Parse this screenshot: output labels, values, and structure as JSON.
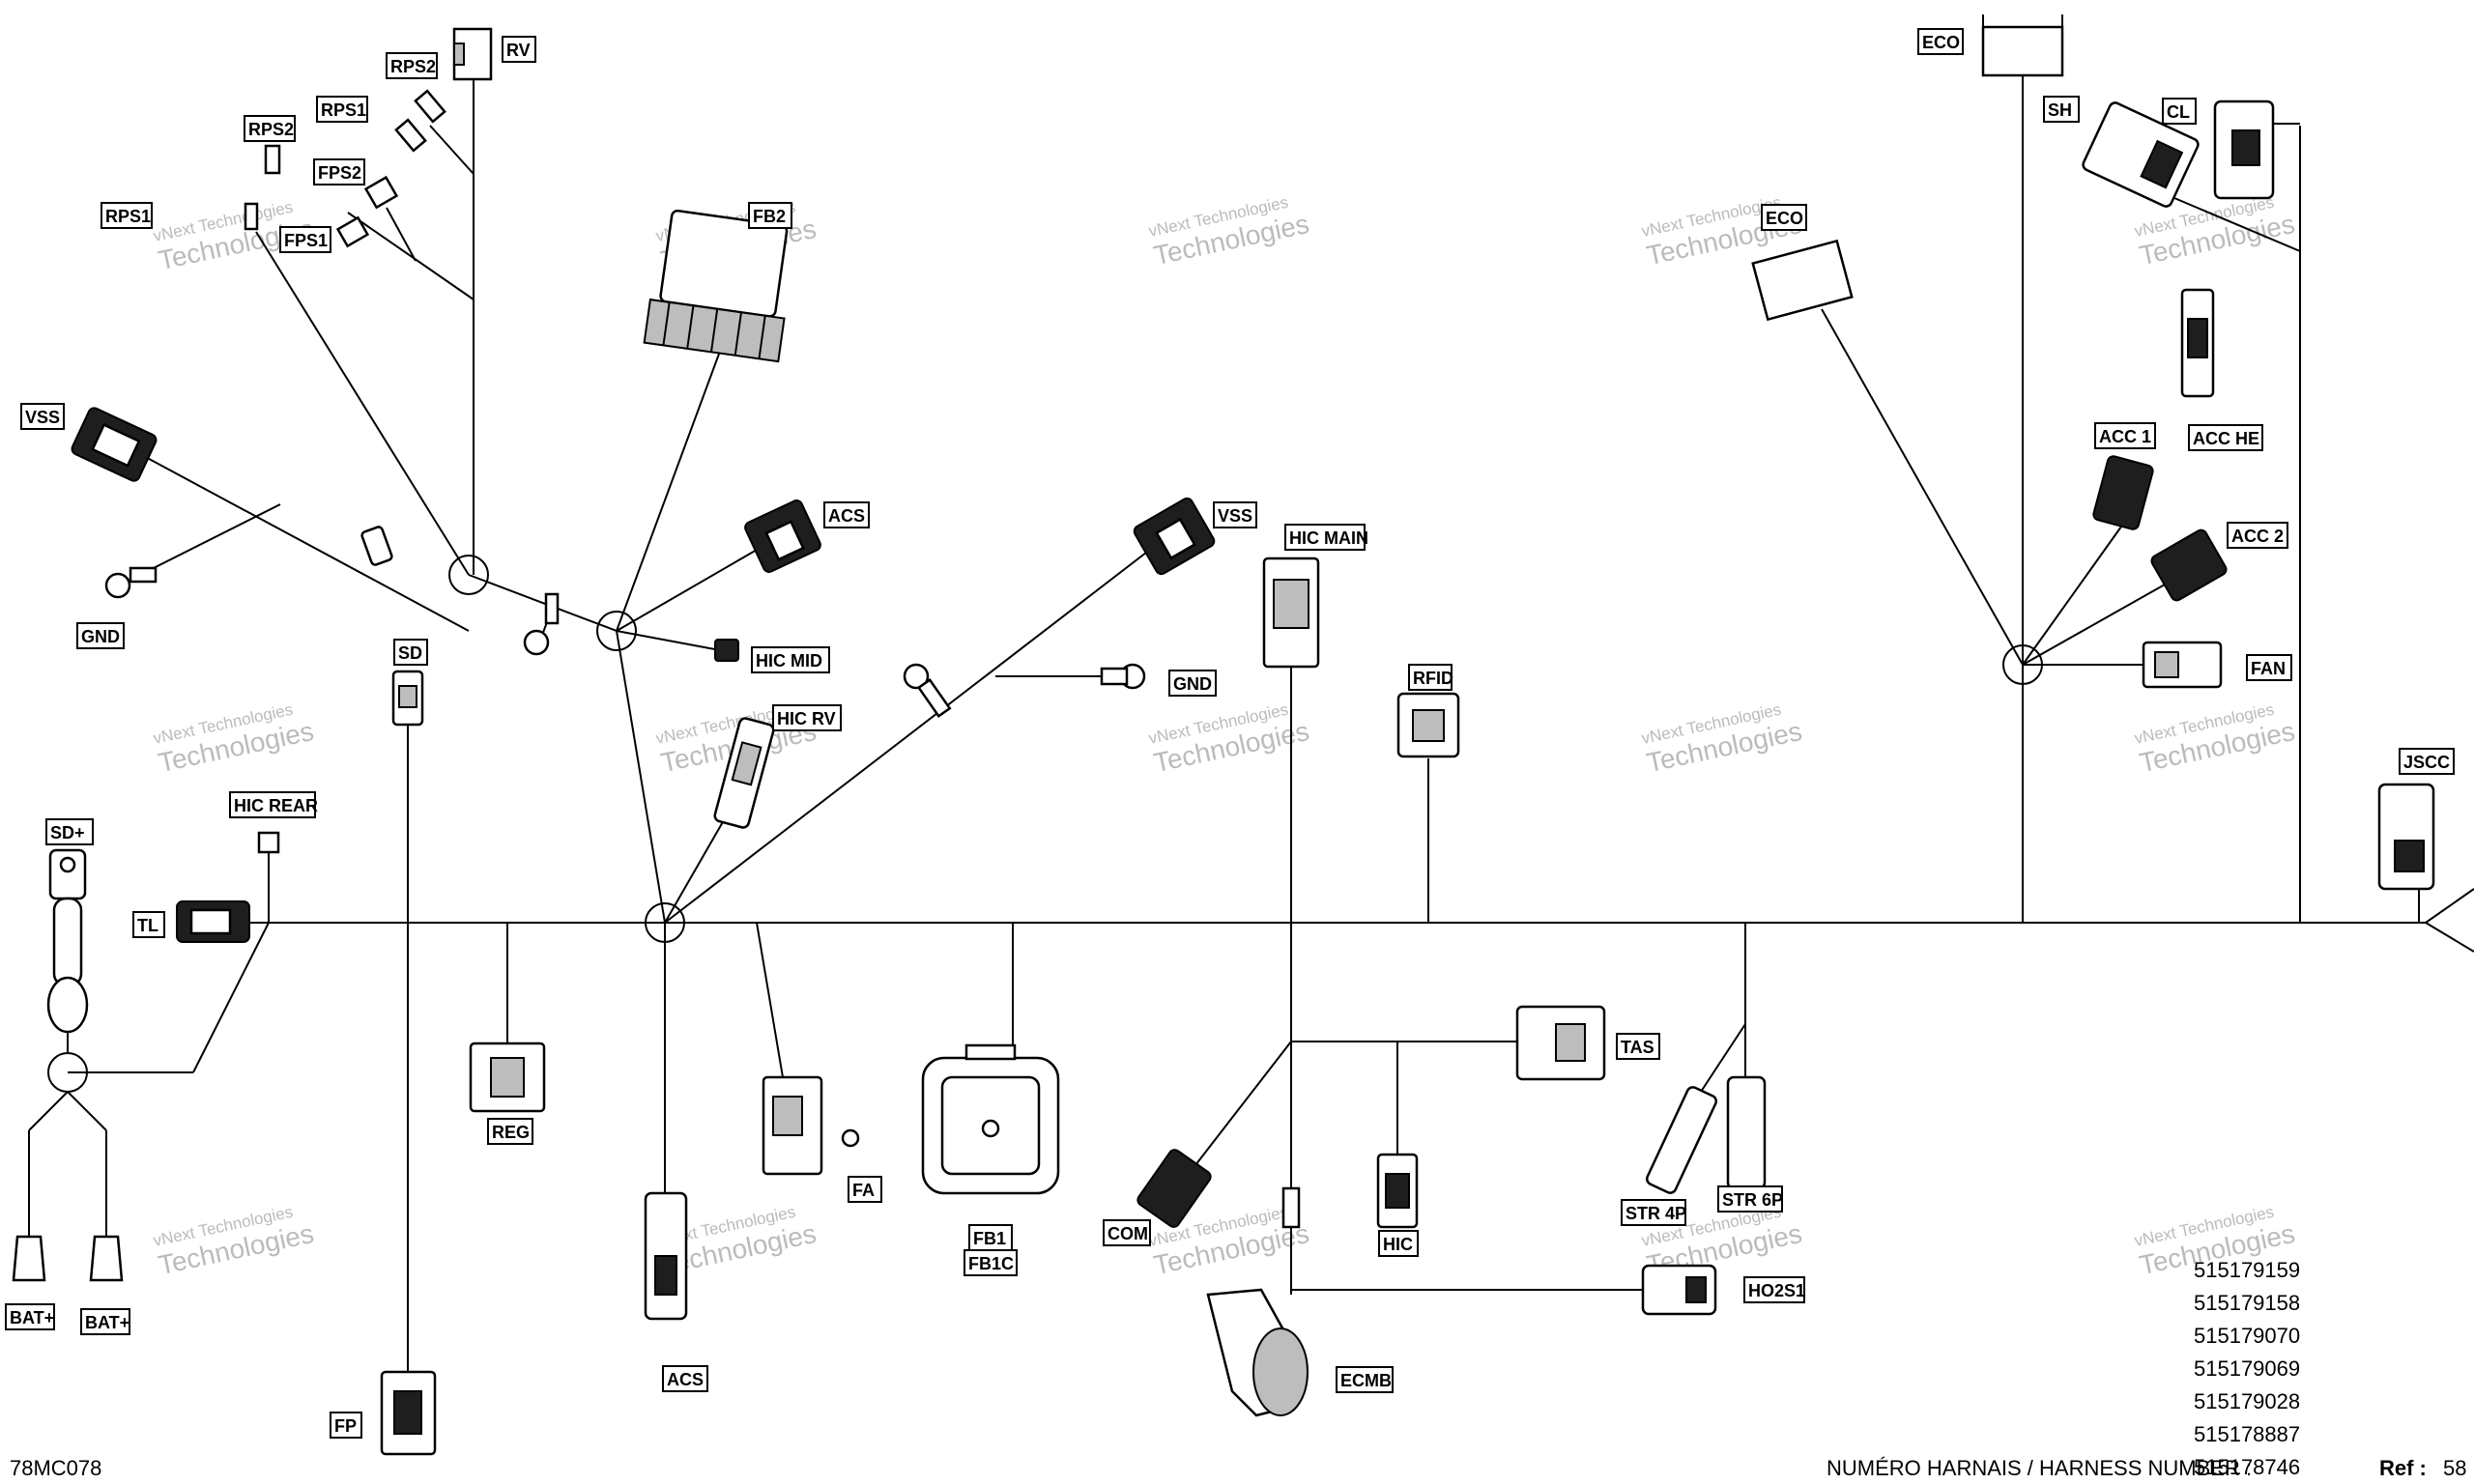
{
  "diagram": {
    "ref_code": "78MC078",
    "ref_label": "Ref :",
    "ref_value": "58",
    "harness_caption": "NUMÉRO HARNAIS / HARNESS NUMBER :",
    "harness_numbers": [
      "515179159",
      "515179158",
      "515179070",
      "515179069",
      "515179028",
      "515178887",
      "515178746"
    ],
    "watermark_line1": "vNext Technologies",
    "watermark_line2": "vNext",
    "watermark_line3": "Technologies"
  },
  "labels": {
    "rv": "RV",
    "rps2_top": "RPS2",
    "rps1_top": "RPS1",
    "rps2_left": "RPS2",
    "fps2": "FPS2",
    "rps1_left": "RPS1",
    "fps1": "FPS1",
    "fb2": "FB2",
    "vss_left": "VSS",
    "gnd_left": "GND",
    "acs_top": "ACS",
    "hic_mid": "HIC MID",
    "sd": "SD",
    "hic_rv": "HIC RV",
    "vss_mid": "VSS",
    "gnd_mid": "GND",
    "hic_main": "HIC MAIN",
    "rfid": "RFID",
    "eco_top": "ECO",
    "eco_mid": "ECO",
    "sh": "SH",
    "cl": "CL",
    "acc1": "ACC 1",
    "acc_he": "ACC HE",
    "acc2": "ACC 2",
    "fan": "FAN",
    "jscc": "JSCC",
    "sd_plus": "SD+",
    "hic_rear": "HIC REAR",
    "tl": "TL",
    "reg": "REG",
    "fa": "FA",
    "fb1": "FB1",
    "fb1c": "FB1C",
    "acs_bottom": "ACS",
    "fp": "FP",
    "bat_plus_left": "BAT+",
    "bat_plus_right": "BAT+",
    "tas": "TAS",
    "com": "COM",
    "hic": "HIC",
    "ecmb": "ECMB",
    "str_4p": "STR 4P",
    "str_6p": "STR 6P",
    "ho2s1": "HO2S1"
  }
}
